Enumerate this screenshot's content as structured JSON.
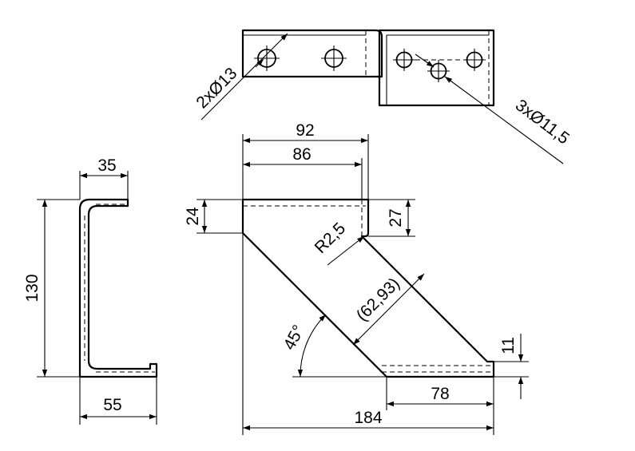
{
  "labels": {
    "d92": "92",
    "d86": "86",
    "d35": "35",
    "d130": "130",
    "d55": "55",
    "d24": "24",
    "d27": "27",
    "r25": "R2,5",
    "d6293": "(62,93)",
    "a45": "45°",
    "d11": "11",
    "d78": "78",
    "d184": "184",
    "holes13": "2xØ13",
    "holes115": "3xØ11,5"
  }
}
